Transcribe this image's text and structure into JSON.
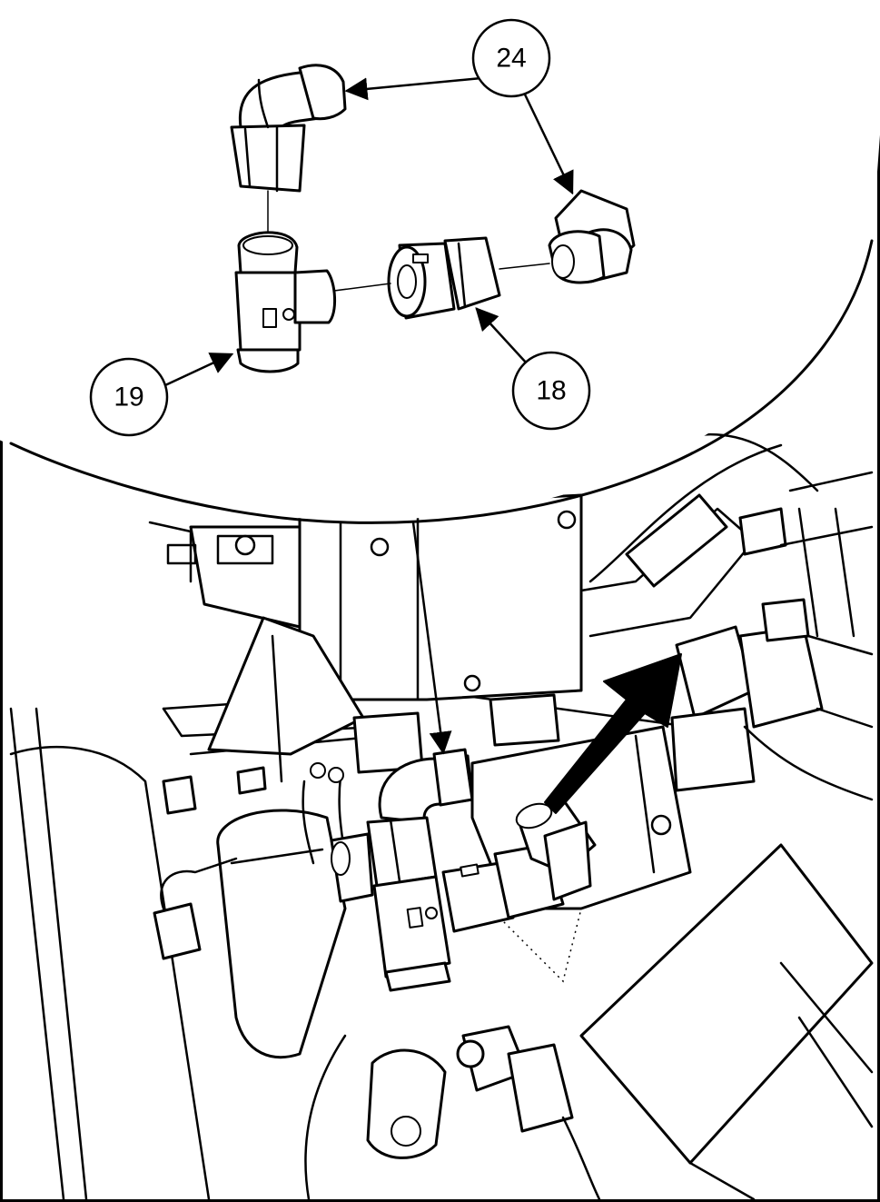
{
  "callouts": {
    "elbow_fitting": {
      "label": "24"
    },
    "tee_fitting": {
      "label": "19"
    },
    "union_fitting": {
      "label": "18"
    }
  },
  "colors": {
    "line": "#000000",
    "background": "#ffffff"
  }
}
